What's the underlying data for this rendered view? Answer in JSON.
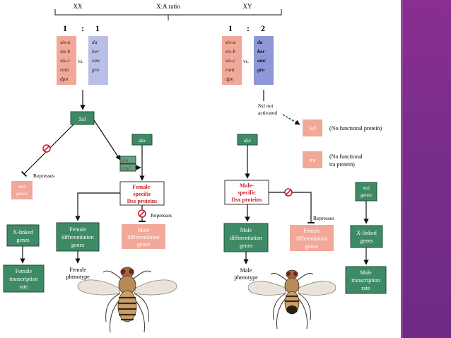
{
  "header": {
    "xx": "XX",
    "ratio": "X:A ratio",
    "xy": "XY"
  },
  "xx_side": {
    "x_count": "1",
    "colon": ":",
    "a_count": "1",
    "x_genes": [
      "sis-a",
      "sis-b",
      "sis-c",
      "runt",
      "dpn"
    ],
    "vs": "vs.",
    "a_genes": [
      "da",
      "her",
      "emc",
      "gro"
    ]
  },
  "xy_side": {
    "x_count": "1",
    "colon": ":",
    "a_count": "2",
    "x_genes": [
      "sis-a",
      "sis-b",
      "sis-c",
      "runt",
      "dpn"
    ],
    "vs": "vs.",
    "a_genes": [
      "da",
      "her",
      "emc",
      "gro"
    ]
  },
  "female": {
    "sxl": "Sxl",
    "dsx": "dsx",
    "tra": "tra",
    "tra2": "tra2",
    "represses_msl": "Represses",
    "msl": [
      "msl",
      "genes"
    ],
    "dsx_protein": [
      "Female-",
      "specific",
      "Dsx proteins"
    ],
    "represses_male": "Represses",
    "female_diff": [
      "Female",
      "differentiation",
      "genes"
    ],
    "male_diff": [
      "Male",
      "differentiation",
      "genes"
    ],
    "phenotype": [
      "Female",
      "phenotype"
    ],
    "x_linked": [
      "X-linked",
      "genes"
    ],
    "rate": [
      "Female",
      "transcription",
      "rate"
    ]
  },
  "male": {
    "sxl_not": [
      "Sxl not",
      "activated"
    ],
    "sxl_box": "Sxl",
    "sxl_note": "(No functional protein)",
    "tra_box": "tra",
    "tra_note": [
      "(No functional",
      "tra protein)"
    ],
    "dsx": "dsx",
    "dsx_protein": [
      "Male-",
      "specific",
      "Dsx proteins"
    ],
    "represses": "Represses",
    "male_diff": [
      "Male",
      "differentiation",
      "genes"
    ],
    "female_diff": [
      "Female",
      "differentiation",
      "genes"
    ],
    "phenotype": [
      "Male",
      "phenotype"
    ],
    "msl": [
      "msl",
      "genes"
    ],
    "x_linked": [
      "X-linked",
      "genes"
    ],
    "rate": [
      "Male",
      "transcription",
      "rate"
    ]
  },
  "colors": {
    "salmon": "#f2a898",
    "lavender": "#b9bfe6",
    "green": "#3f8a66",
    "red": "#c8202a",
    "purple": "#7d2d8a"
  },
  "icons": [
    "inhibit-icon",
    "fly-female-icon",
    "fly-male-icon"
  ]
}
